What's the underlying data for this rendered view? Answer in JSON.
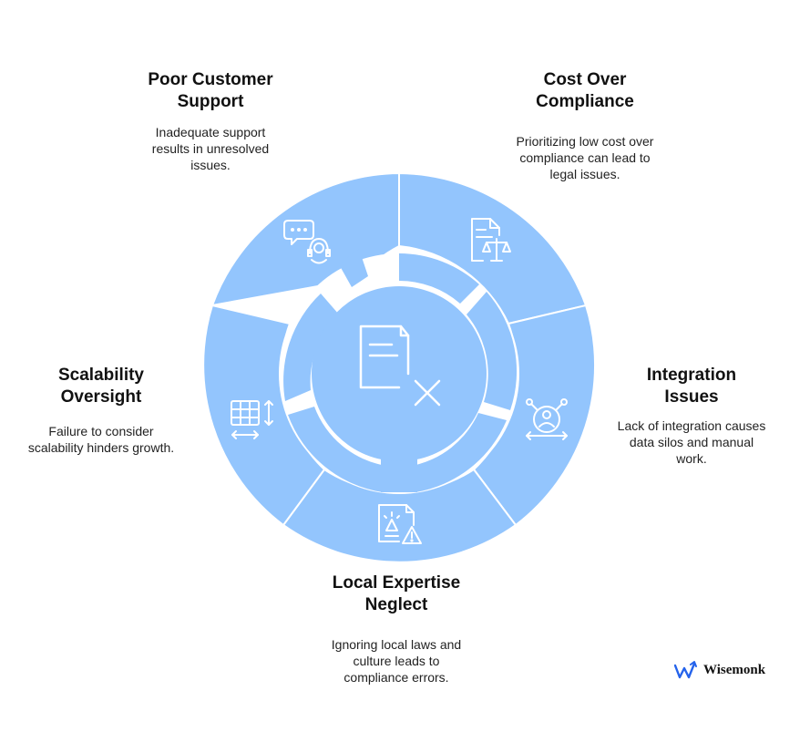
{
  "colors": {
    "segment": "#93C5FD",
    "icon_stroke": "#ffffff",
    "text": "#111111"
  },
  "center": {
    "icon": "document-x-icon"
  },
  "segments": [
    {
      "id": "poor-customer-support",
      "title_line1": "Poor Customer",
      "title_line2": "Support",
      "desc_line1": "Inadequate support",
      "desc_line2": "results in unresolved",
      "desc_line3": "issues.",
      "icon": "support-chat-headset-icon"
    },
    {
      "id": "cost-over-compliance",
      "title_line1": "Cost Over",
      "title_line2": "Compliance",
      "desc_line1": "Prioritizing low cost over",
      "desc_line2": "compliance can lead to",
      "desc_line3": "legal issues.",
      "icon": "legal-document-scales-icon"
    },
    {
      "id": "integration-issues",
      "title_line1": "Integration",
      "title_line2": "Issues",
      "desc_line1": "Lack of integration causes",
      "desc_line2": "data silos and manual",
      "desc_line3": "work.",
      "icon": "user-network-icon"
    },
    {
      "id": "local-expertise-neglect",
      "title_line1": "Local Expertise",
      "title_line2": "Neglect",
      "desc_line1": "Ignoring local laws and",
      "desc_line2": "culture leads to",
      "desc_line3": "compliance errors.",
      "icon": "alert-document-warning-icon"
    },
    {
      "id": "scalability-oversight",
      "title_line1": "Scalability",
      "title_line2": "Oversight",
      "desc_line1": "Failure to consider",
      "desc_line2": "scalability hinders growth.",
      "icon": "table-resize-icon"
    }
  ],
  "brand": {
    "name": "Wisemonk",
    "icon": "wisemonk-logo-icon"
  }
}
